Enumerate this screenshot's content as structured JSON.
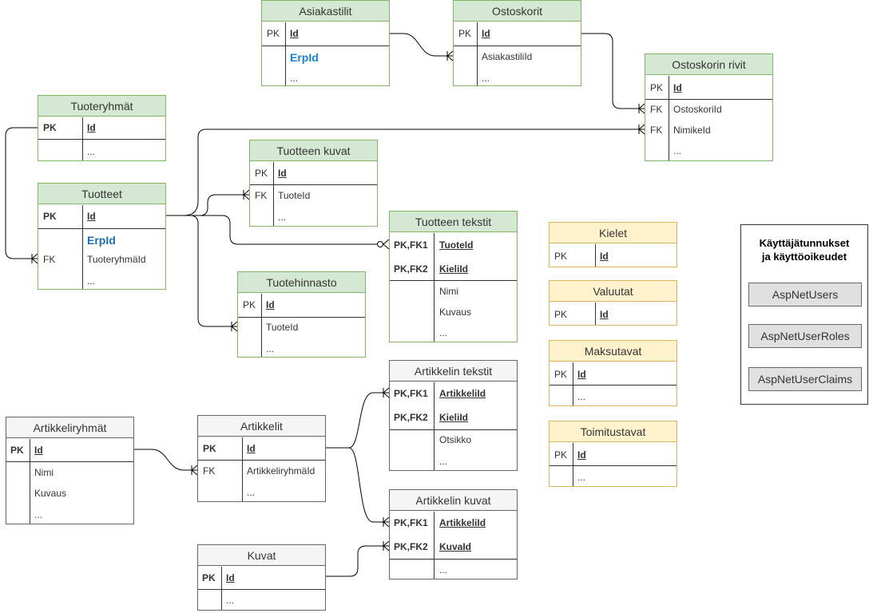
{
  "colors": {
    "green_fill": "#d5e8d4",
    "green_stroke": "#82b366",
    "yellow_fill": "#fff2cc",
    "yellow_stroke": "#d6b656",
    "gray_fill": "#f5f5f5",
    "gray_stroke": "#666666",
    "erp_blue": "#1a82d6",
    "erp_blue_dark": "#1a6fb0"
  },
  "tables": {
    "asiakastilit": {
      "title": "Asiakastilit",
      "rows": [
        [
          "PK",
          "Id"
        ],
        [
          "",
          "ErpId"
        ],
        [
          "",
          "..."
        ]
      ]
    },
    "ostoskorit": {
      "title": "Ostoskorit",
      "rows": [
        [
          "PK",
          "Id"
        ],
        [
          "",
          "AsiakastiliId"
        ],
        [
          "",
          "..."
        ]
      ]
    },
    "ostoskorin_rivit": {
      "title": "Ostoskorin rivit",
      "rows": [
        [
          "PK",
          "Id"
        ],
        [
          "FK",
          "OstoskoriId"
        ],
        [
          "FK",
          "NimikeId"
        ],
        [
          "",
          "..."
        ]
      ]
    },
    "tuoteryhmat": {
      "title": "Tuoteryhmät",
      "rows": [
        [
          "PK",
          "Id"
        ],
        [
          "",
          "..."
        ]
      ]
    },
    "tuotteet": {
      "title": "Tuotteet",
      "rows": [
        [
          "PK",
          "Id"
        ],
        [
          "",
          "ErpId"
        ],
        [
          "FK",
          "TuoteryhmäId"
        ],
        [
          "",
          "..."
        ]
      ]
    },
    "tuotteen_kuvat": {
      "title": "Tuotteen kuvat",
      "rows": [
        [
          "PK",
          "Id"
        ],
        [
          "FK",
          "TuoteId"
        ],
        [
          "",
          "..."
        ]
      ]
    },
    "tuotteen_tekstit": {
      "title": "Tuotteen tekstit",
      "rows": [
        [
          "PK,FK1",
          "TuoteId"
        ],
        [
          "PK,FK2",
          "KieliId"
        ],
        [
          "",
          "Nimi"
        ],
        [
          "",
          "Kuvaus"
        ],
        [
          "",
          "..."
        ]
      ]
    },
    "tuotehinnasto": {
      "title": "Tuotehinnasto",
      "rows": [
        [
          "PK",
          "Id"
        ],
        [
          "",
          "TuoteId"
        ],
        [
          "",
          "..."
        ]
      ]
    },
    "kielet": {
      "title": "Kielet",
      "rows": [
        [
          "PK",
          "Id"
        ]
      ]
    },
    "valuutat": {
      "title": "Valuutat",
      "rows": [
        [
          "PK",
          "Id"
        ]
      ]
    },
    "maksutavat": {
      "title": "Maksutavat",
      "rows": [
        [
          "PK",
          "Id"
        ],
        [
          "",
          "..."
        ]
      ]
    },
    "toimitustavat": {
      "title": "Toimitustavat",
      "rows": [
        [
          "PK",
          "Id"
        ],
        [
          "",
          "..."
        ]
      ]
    },
    "artikkeliryhmat": {
      "title": "Artikkeliryhmät",
      "rows": [
        [
          "PK",
          "Id"
        ],
        [
          "",
          "Nimi"
        ],
        [
          "",
          "Kuvaus"
        ],
        [
          "",
          "..."
        ]
      ]
    },
    "artikkelit": {
      "title": "Artikkelit",
      "rows": [
        [
          "PK",
          "Id"
        ],
        [
          "FK",
          "ArtikkeliryhmäId"
        ],
        [
          "",
          "..."
        ]
      ]
    },
    "artikkelin_tekstit": {
      "title": "Artikkelin tekstit",
      "rows": [
        [
          "PK,FK1",
          "ArtikkeliId"
        ],
        [
          "PK,FK2",
          "KieliId"
        ],
        [
          "",
          "Otsikko"
        ],
        [
          "",
          "..."
        ]
      ]
    },
    "artikkelin_kuvat": {
      "title": "Artikkelin kuvat",
      "rows": [
        [
          "PK,FK1",
          "ArtikkeliId"
        ],
        [
          "PK,FK2",
          "KuvaId"
        ],
        [
          "",
          "..."
        ]
      ]
    },
    "kuvat": {
      "title": "Kuvat",
      "rows": [
        [
          "PK",
          "Id"
        ],
        [
          "",
          "..."
        ]
      ]
    }
  },
  "auth": {
    "title_line1": "Käyttäjätunnukset",
    "title_line2": "ja käyttöoikeudet",
    "boxes": [
      "AspNetUsers",
      "AspNetUserRoles",
      "AspNetUserClaims"
    ]
  }
}
